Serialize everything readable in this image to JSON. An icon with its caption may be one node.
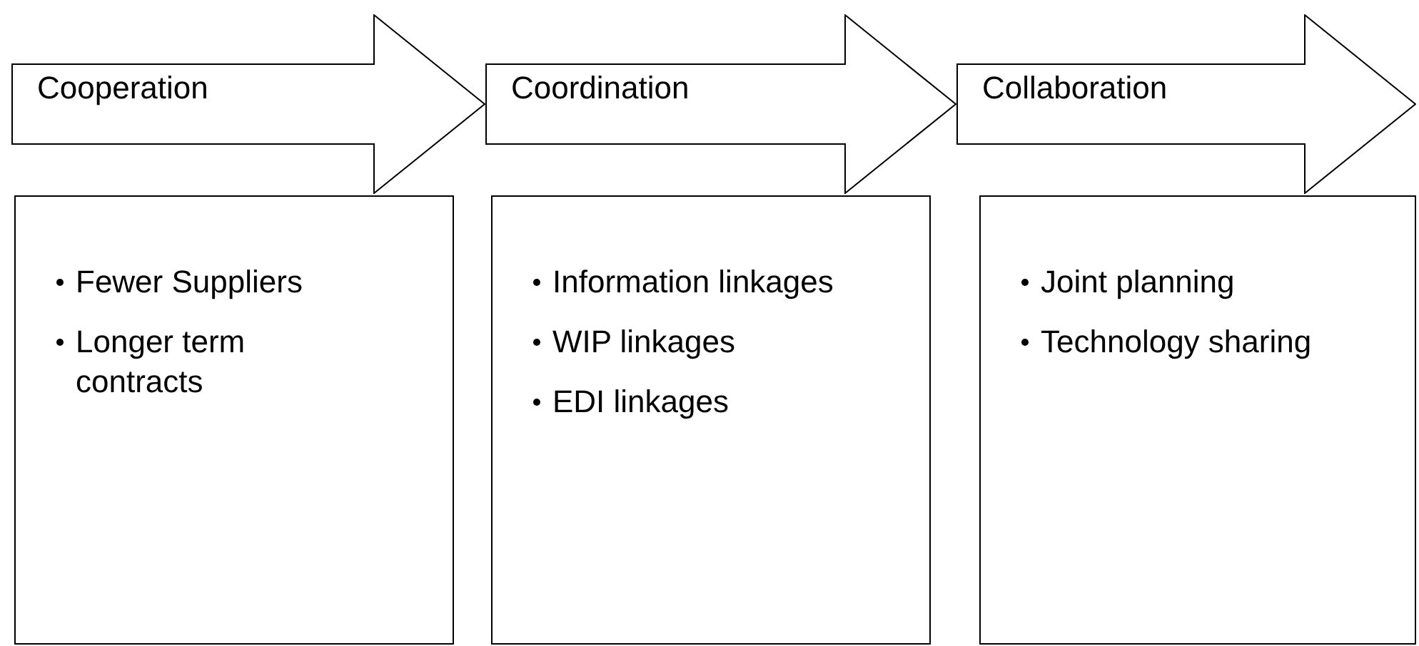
{
  "diagram": {
    "nodes": [
      {
        "text": [
          "Cooperation"
        ]
      },
      {
        "text": [
          "Coordination"
        ]
      },
      {
        "text": [
          "Collaboration"
        ]
      },
      {
        "text": [
          "Fewer Suppliers",
          "Longer term contracts"
        ]
      },
      {
        "text": [
          "Information linkages",
          "WIP linkages",
          "EDI linkages"
        ]
      },
      {
        "text": [
          "Joint planning",
          "Technology sharing"
        ]
      }
    ]
  }
}
